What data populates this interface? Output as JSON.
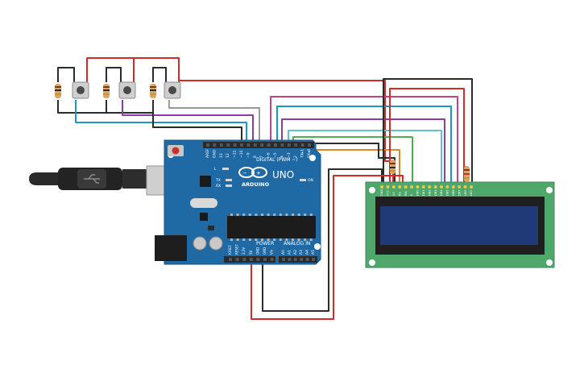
{
  "board": {
    "brand": "ARDUINO",
    "model": "UNO",
    "digital_label": "DIGITAL (PWM ~)",
    "power_label": "POWER",
    "analog_label": "ANALOG IN",
    "on_label": "ON",
    "led_l": "L",
    "led_tx": "TX",
    "led_rx": "RX",
    "top_header_pins": [
      "AREF",
      "GND",
      "13",
      "12",
      "~11",
      "~10",
      "~9",
      "8",
      "7",
      "~6",
      "~5",
      "4",
      "~3",
      "2",
      "TX▸1",
      "RX◂0"
    ],
    "power_pins": [
      "IOREF",
      "RESET",
      "3.3V",
      "5V",
      "GND",
      "GND",
      "Vin"
    ],
    "analog_pins": [
      "A0",
      "A1",
      "A2",
      "A3",
      "A4",
      "A5"
    ]
  },
  "lcd": {
    "pins": [
      "GND",
      "VCC",
      "V0",
      "RS",
      "RW",
      "E",
      "DB0",
      "DB1",
      "DB2",
      "DB3",
      "DB4",
      "DB5",
      "DB6",
      "DB7",
      "LED",
      "LED"
    ]
  },
  "colors": {
    "board": "#1f6aa5",
    "lcd_pcb": "#4fa86b",
    "lcd_screen": "#1f3a77",
    "wire_red": "#d22b2b",
    "wire_black": "#2b2b2b",
    "wire_teal": "#1a97c9",
    "wire_purple": "#8a3fa0",
    "wire_gray": "#9a9a9a",
    "wire_orange": "#e0862a",
    "wire_green": "#4caf50",
    "wire_cyan": "#5ec4c9",
    "wire_magenta": "#c43f8e"
  }
}
